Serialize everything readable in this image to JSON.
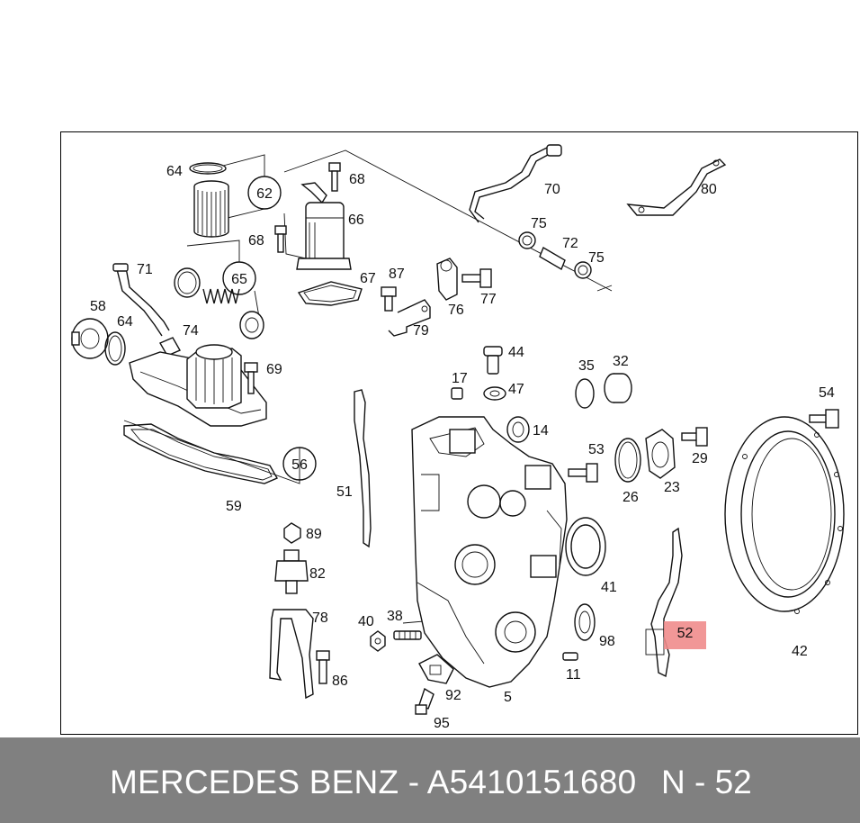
{
  "callouts": [
    {
      "id": "62",
      "text": "62"
    },
    {
      "id": "65",
      "text": "65"
    },
    {
      "id": "56",
      "text": "56"
    }
  ],
  "labels": [
    {
      "id": "64a",
      "text": "64"
    },
    {
      "id": "68a",
      "text": "68"
    },
    {
      "id": "66",
      "text": "66"
    },
    {
      "id": "68b",
      "text": "68"
    },
    {
      "id": "70",
      "text": "70"
    },
    {
      "id": "75a",
      "text": "75"
    },
    {
      "id": "72",
      "text": "72"
    },
    {
      "id": "75b",
      "text": "75"
    },
    {
      "id": "80",
      "text": "80"
    },
    {
      "id": "71",
      "text": "71"
    },
    {
      "id": "67",
      "text": "67"
    },
    {
      "id": "87",
      "text": "87"
    },
    {
      "id": "77",
      "text": "77"
    },
    {
      "id": "76",
      "text": "76"
    },
    {
      "id": "79",
      "text": "79"
    },
    {
      "id": "58",
      "text": "58"
    },
    {
      "id": "64b",
      "text": "64"
    },
    {
      "id": "74",
      "text": "74"
    },
    {
      "id": "69",
      "text": "69"
    },
    {
      "id": "44",
      "text": "44"
    },
    {
      "id": "17",
      "text": "17"
    },
    {
      "id": "47",
      "text": "47"
    },
    {
      "id": "35",
      "text": "35"
    },
    {
      "id": "32",
      "text": "32"
    },
    {
      "id": "54",
      "text": "54"
    },
    {
      "id": "14",
      "text": "14"
    },
    {
      "id": "53",
      "text": "53"
    },
    {
      "id": "29",
      "text": "29"
    },
    {
      "id": "23",
      "text": "23"
    },
    {
      "id": "26",
      "text": "26"
    },
    {
      "id": "51",
      "text": "51"
    },
    {
      "id": "59",
      "text": "59"
    },
    {
      "id": "89",
      "text": "89"
    },
    {
      "id": "82",
      "text": "82"
    },
    {
      "id": "41",
      "text": "41"
    },
    {
      "id": "78",
      "text": "78"
    },
    {
      "id": "40",
      "text": "40"
    },
    {
      "id": "38",
      "text": "38"
    },
    {
      "id": "98",
      "text": "98"
    },
    {
      "id": "42",
      "text": "42"
    },
    {
      "id": "86",
      "text": "86"
    },
    {
      "id": "11",
      "text": "11"
    },
    {
      "id": "92",
      "text": "92"
    },
    {
      "id": "5",
      "text": "5"
    },
    {
      "id": "95",
      "text": "95"
    }
  ],
  "highlighted_part": "52",
  "footer": {
    "title": "MERCEDES BENZ - A5410151680",
    "ref": "N - 52"
  },
  "colors": {
    "highlight": "#f08c8c",
    "footer_bg": "#808080",
    "footer_text": "#ffffff"
  }
}
